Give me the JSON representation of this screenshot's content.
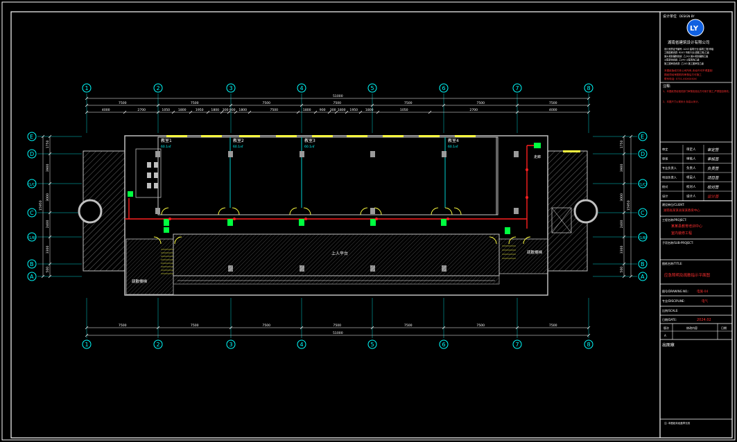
{
  "colors": {
    "background": "#000000",
    "frame": "#ffffff",
    "axis": "#00ffff",
    "wall": "#c0c0c0",
    "red_line": "#ff2020",
    "green": "#00ff40",
    "yellow": "#ffff40",
    "title_red": "#ff3030"
  },
  "grid_columns": [
    "1",
    "2",
    "3",
    "4",
    "5",
    "6",
    "7",
    "8"
  ],
  "grid_rows_left": [
    "E",
    "D",
    "(1/C)",
    "C",
    "(1/B)",
    "B",
    "A"
  ],
  "grid_rows_right": [
    "E",
    "D",
    "(1/C)",
    "C",
    "(1/B)",
    "B",
    "A"
  ],
  "dims": {
    "top_total": "51000",
    "top_bays": [
      "7500",
      "7500",
      "7500",
      "7500",
      "7500",
      "7500",
      "7500"
    ],
    "top_detail": [
      "4000",
      "2700",
      "1050",
      "1800",
      "1950",
      "1800",
      "300",
      "900",
      "1800",
      "7500",
      "1800",
      "900",
      "300",
      "1800",
      "1950",
      "1800",
      "1050",
      "2700",
      "4000"
    ],
    "bottom_total": "51000",
    "bottom_bays": [
      "7500",
      "7500",
      "7500",
      "7500",
      "7500",
      "7500",
      "7500"
    ],
    "left_detail": [
      "1750",
      "3900",
      "3000",
      "2400",
      "3300",
      "500"
    ],
    "left_total": "15950",
    "right_detail": [
      "1750",
      "3900",
      "3000",
      "2400",
      "3300",
      "500"
    ],
    "right_total": "15950"
  },
  "rooms": {
    "room1": "教室1",
    "room2": "教室2",
    "room3": "教室3",
    "room4": "教室4",
    "room1_sub": "60.1㎡",
    "room2_sub": "60.1㎡",
    "room3_sub": "60.1㎡",
    "room4_sub": "60.1㎡",
    "corridor": "走廊",
    "hall": "上人平台",
    "stair_left": "疏散楼梯",
    "stair_right": "疏散楼梯"
  },
  "title_block": {
    "design_unit_label": "设计单位",
    "design_unit_tag": "DESIGN BY",
    "logo": "LY",
    "company": "湖南省建筑设计有限公司",
    "cert_lines": [
      "设计资质证书编号: A243 建筑行业(建筑工程)甲级",
      "工程勘察资质: B243 市政行业(道路工程)乙级",
      "城乡规划编制资质: 乙243 城乡规划编制乙级",
      "工程咨询资质: 乙243 工程咨询乙级",
      "施工图审查资质: 乙243 施工图审查乙级"
    ],
    "red_note_1": "本图纸版权归本公司所有,未经许可不得复制",
    "red_note_2": "图纸须经审图机构审核后方可施工",
    "red_note_3": "联系电话: 0731-XXXXXXXX",
    "notes_label": "注释:",
    "notes": [
      "1、本图纸须经相关部门审核批准后方可用于施工,严禁擅自修改。",
      "2、本图尺寸以毫米计,标高以米计。"
    ],
    "sig_rows": [
      {
        "label": "审定",
        "name": "审定人",
        "sig": "审定签"
      },
      {
        "label": "审核",
        "name": "审核人",
        "sig": "审核签"
      },
      {
        "label": "专业负责人",
        "name": "负责人",
        "sig": "负责签"
      },
      {
        "label": "项目负责人",
        "name": "项目人",
        "sig": "项目签"
      },
      {
        "label": "校对",
        "name": "校对人",
        "sig": "校对签"
      },
      {
        "label": "设计",
        "name": "设计人",
        "sig": "设计签"
      }
    ],
    "client_label": "建设单位/CLIENT:",
    "client": "湖南省某某县某某教育中心",
    "project_label": "工程名称/PROJECT:",
    "project_1": "某某县教育培训中心",
    "project_2": "室内装修工程",
    "sub_label": "子项名称/SUB-PROJECT:",
    "drawing_label": "图纸名称/TITLE:",
    "drawing_title": "应急照明及疏散指示平面图",
    "drawing_no_label": "图号/DRAWING NO.:",
    "drawing_no": "电施-04",
    "discipline_label": "专业/DISCIPLINE:",
    "discipline": "电气",
    "scale_label": "比例/SCALE:",
    "date_label": "日期/DATE:",
    "date": "2024.02",
    "version_label": "版次",
    "version_desc_label": "修改内容",
    "version_date_label": "日期",
    "version_no": "A",
    "output_label": "出图章",
    "footer": "注: 本图纸未经盖章无效"
  }
}
